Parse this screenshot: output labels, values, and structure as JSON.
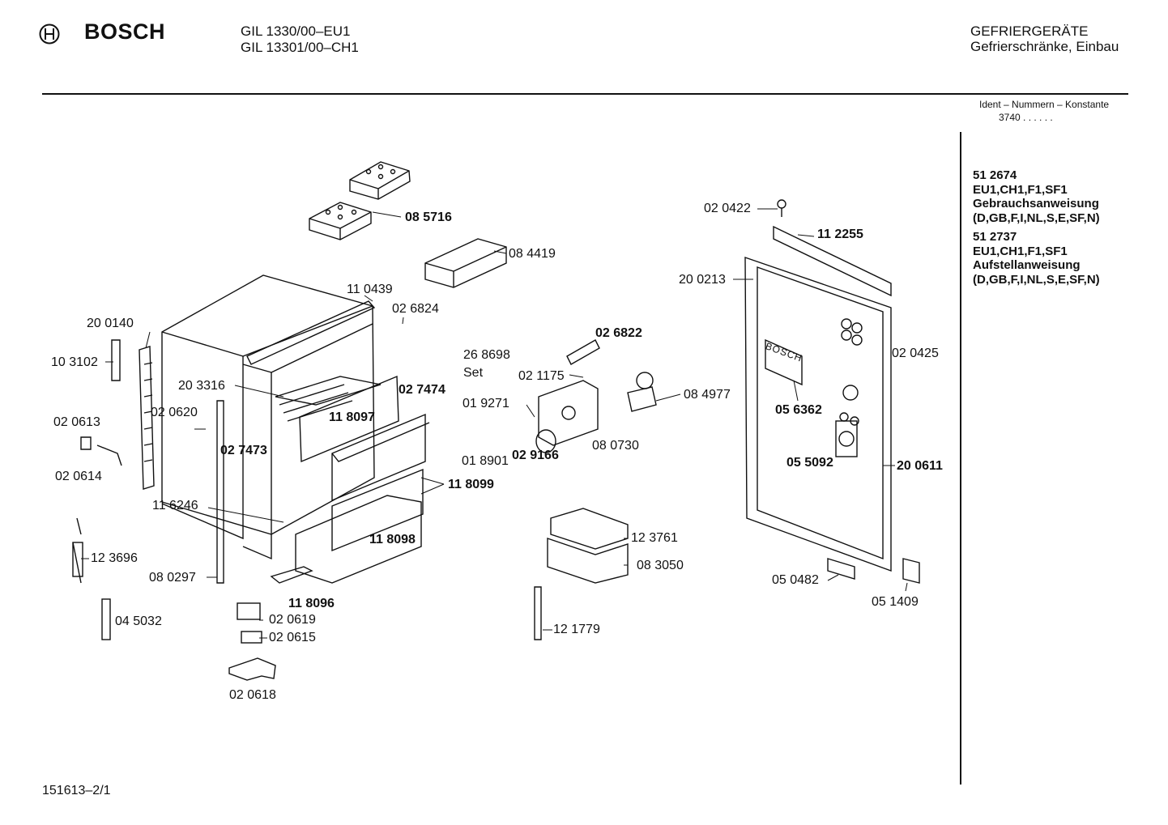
{
  "header": {
    "brand": "BOSCH",
    "models": [
      "GIL  1330/00–EU1",
      "GIL  13301/00–CH1"
    ],
    "category": [
      "GEFRIERGERÄTE",
      "Gefrierschränke, Einbau"
    ],
    "ident_title": "Ident – Nummern – Konstante",
    "ident_value": "3740  .  .    .  .  .  ."
  },
  "documents": [
    {
      "number": "51 2674",
      "variants": "EU1,CH1,F1,SF1",
      "title": "Gebrauchsanweisung",
      "languages": "(D,GB,F,I,NL,S,E,SF,N)"
    },
    {
      "number": "51 2737",
      "variants": "EU1,CH1,F1,SF1",
      "title": "Aufstellanweisung",
      "languages": "(D,GB,F,I,NL,S,E,SF,N)"
    }
  ],
  "parts": [
    {
      "label": "08 5716",
      "bold": true
    },
    {
      "label": "08 4419",
      "bold": false
    },
    {
      "label": "11 0439",
      "bold": false
    },
    {
      "label": "02 6824",
      "bold": false
    },
    {
      "label": "20 0140",
      "bold": false
    },
    {
      "label": "10 3102",
      "bold": false
    },
    {
      "label": "26 8698",
      "bold": false
    },
    {
      "label": "Set",
      "bold": false
    },
    {
      "label": "20 3316",
      "bold": false
    },
    {
      "label": "02 7474",
      "bold": true
    },
    {
      "label": "11 8097",
      "bold": true
    },
    {
      "label": "02 0620",
      "bold": false
    },
    {
      "label": "02 0613",
      "bold": false
    },
    {
      "label": "02 7473",
      "bold": true
    },
    {
      "label": "02 0614",
      "bold": false
    },
    {
      "label": "11 8099",
      "bold": true
    },
    {
      "label": "11 6246",
      "bold": false
    },
    {
      "label": "11 8098",
      "bold": true
    },
    {
      "label": "12 3696",
      "bold": false
    },
    {
      "label": "08 0297",
      "bold": false
    },
    {
      "label": "11 8096",
      "bold": true
    },
    {
      "label": "04 5032",
      "bold": false
    },
    {
      "label": "02 0619",
      "bold": false
    },
    {
      "label": "02 0615",
      "bold": false
    },
    {
      "label": "02 0618",
      "bold": false
    },
    {
      "label": "02 6822",
      "bold": true
    },
    {
      "label": "02 1175",
      "bold": false
    },
    {
      "label": "01 9271",
      "bold": false
    },
    {
      "label": "08 4977",
      "bold": false
    },
    {
      "label": "08 0730",
      "bold": false
    },
    {
      "label": "02 9166",
      "bold": true
    },
    {
      "label": "01 8901",
      "bold": false
    },
    {
      "label": "12 3761",
      "bold": false
    },
    {
      "label": "08 3050",
      "bold": false
    },
    {
      "label": "12 1779",
      "bold": false
    },
    {
      "label": "02 0422",
      "bold": false
    },
    {
      "label": "11 2255",
      "bold": true
    },
    {
      "label": "20 0213",
      "bold": false
    },
    {
      "label": "02 0425",
      "bold": false
    },
    {
      "label": "05 6362",
      "bold": true
    },
    {
      "label": "05 5092",
      "bold": true
    },
    {
      "label": "20 0611",
      "bold": true
    },
    {
      "label": "05 0482",
      "bold": false
    },
    {
      "label": "05 1409",
      "bold": false
    }
  ],
  "door_panel_text": "BOSCH",
  "footer": "151613–2/1"
}
